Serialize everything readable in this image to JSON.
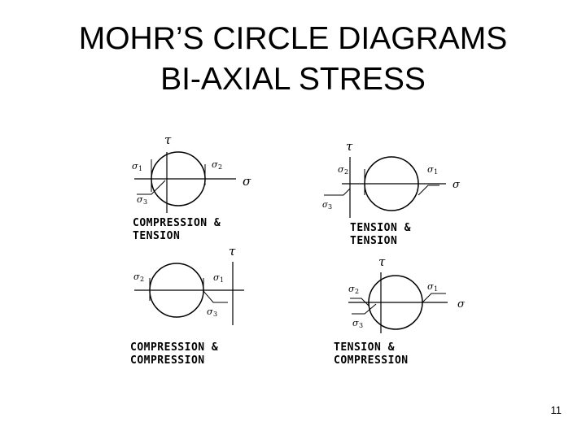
{
  "title_line1": "MOHR’S CIRCLE DIAGRAMS",
  "title_line2": "BI-AXIAL STRESS",
  "page_number": "11",
  "symbols": {
    "tau": "τ",
    "sigma": "σ"
  },
  "diagrams": [
    {
      "caption_line1": "COMPRESSION &",
      "caption_line2": "TENSION",
      "left_label": "1",
      "right_label": "2",
      "lower_label": "3",
      "axis_tau": "τ",
      "axis_sigma": "σ"
    },
    {
      "caption_line1": "TENSION &",
      "caption_line2": "TENSION",
      "left_label": "2",
      "right_label": "1",
      "lower_label": "3",
      "axis_tau": "τ",
      "axis_sigma": "σ"
    },
    {
      "caption_line1": "COMPRESSION &",
      "caption_line2": "COMPRESSION",
      "left_label": "2",
      "right_label": "1",
      "lower_label": "3",
      "axis_tau": "τ"
    },
    {
      "caption_line1": "TENSION &",
      "caption_line2": "COMPRESSION",
      "left_label": "2",
      "right_label": "1",
      "lower_label": "3",
      "axis_tau": "τ",
      "axis_sigma": "σ"
    }
  ]
}
